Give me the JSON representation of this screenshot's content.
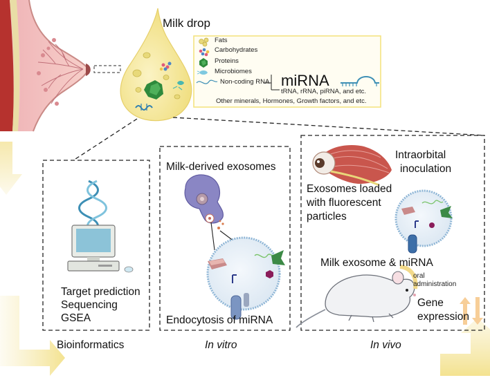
{
  "milk_drop_title": "Milk drop",
  "legend": {
    "fats": "Fats",
    "carbohydrates": "Carbohydrates",
    "proteins": "Proteins",
    "microbiomes": "Microbiomes",
    "non_coding_rna": "Non-coding RNA",
    "mirna": "miRNA",
    "other_rnas": "tRNA, rRNA, piRNA, and etc.",
    "others": "Other minerals, Hormones, Growth factors, and etc."
  },
  "bioinformatics": {
    "items": [
      "Target prediction",
      "Sequencing",
      "GSEA"
    ],
    "caption": "Bioinformatics"
  },
  "in_vitro": {
    "title": "Milk-derived exosomes",
    "bottom": "Endocytosis of miRNA",
    "caption": "In vitro"
  },
  "in_vivo": {
    "intraorbital_line1": "Intraorbital",
    "intraorbital_line2": "inoculation",
    "loaded_line1": "Exosomes loaded",
    "loaded_line2": "with fluorescent",
    "loaded_line3": "particles",
    "milk_exosome": "Milk exosome & miRNA",
    "oral_line1": "oral",
    "oral_line2": "administration",
    "gene_line1": "Gene",
    "gene_line2": "expression",
    "caption": "In vivo"
  },
  "colors": {
    "arrow_yellow": "#f5e7a8",
    "milk_drop": "#f4e79c",
    "legend_border": "#f3e27a",
    "exosome_fill": "#e9f0f7",
    "exosome_rim": "#8fb6d6",
    "cell_purple": "#8a86c4",
    "monitor_blue": "#8cc3d8",
    "dna_blue": "#3d8fb5"
  }
}
